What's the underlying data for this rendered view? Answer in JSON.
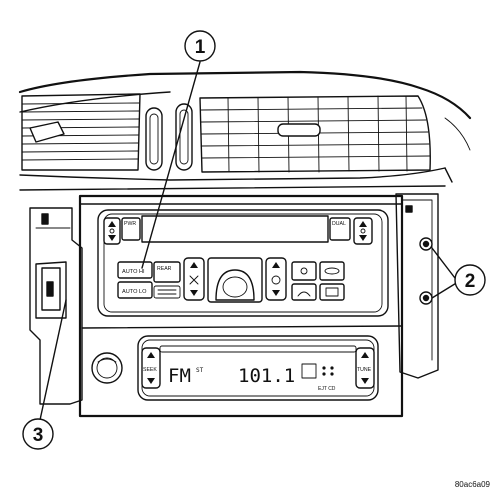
{
  "callouts": [
    {
      "id": "callout-1",
      "number": "1"
    },
    {
      "id": "callout-2",
      "number": "2"
    },
    {
      "id": "callout-3",
      "number": "3"
    }
  ],
  "hvac_labels": {
    "pwr": "PWR",
    "dual": "DUAL",
    "auto_hi": "AUTO HI",
    "auto_lo": "AUTO LO",
    "rear": "REAR"
  },
  "radio_labels": {
    "seek": "SEEK",
    "band": "FM",
    "band_superscript": "ST",
    "frequency": "101.1",
    "eject": "EJT CD",
    "tune": "TUNE"
  },
  "figure_code": "80ac6a09"
}
